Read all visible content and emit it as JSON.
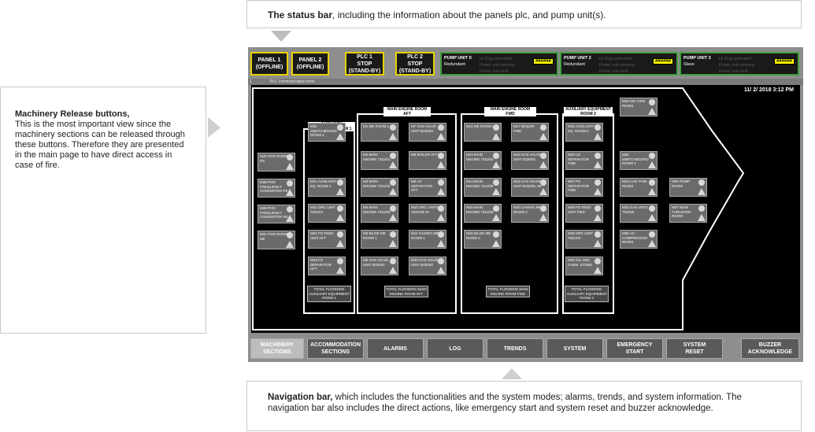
{
  "callouts": {
    "status": {
      "bold": "The status bar",
      "text": ", including the information about the panels plc, and pump unit(s)."
    },
    "release": {
      "title": "Machinery Release buttons,",
      "text": "This is the most important view since the machinery sections can be released through these buttons. Therefore they are presented in the main page to have direct access in case of fire."
    },
    "nav": {
      "bold": "Navigation bar,",
      "text": " which includes the functionalities and the system modes; alarms, trends, and system information. The navigation bar also includes the direct actions, like emergency start and system reset and buzzer acknowledge."
    }
  },
  "status_bar": {
    "panels": [
      {
        "line1": "PANEL 1",
        "line2": "(OFFLINE)"
      },
      {
        "line1": "PANEL 2",
        "line2": "(OFFLINE)"
      },
      {
        "line1": "PLC 1",
        "line2": "STOP",
        "line3": "(STAND-BY)"
      },
      {
        "line1": "PLC 2",
        "line2": "STOP",
        "line3": "(STAND-BY)"
      }
    ],
    "pumps": [
      {
        "title": "PUMP UNIT II",
        "role": "Redundant",
        "m1": "Hi Flag activated",
        "m2": "Pump unit running",
        "m3": "Pump unit fault",
        "alarm": "######"
      },
      {
        "title": "PUMP UNIT 2",
        "role": "Redundant",
        "m1": "Hi Flag activated",
        "m2": "Pump unit running",
        "m3": "Pump unit fault",
        "alarm": "######"
      },
      {
        "title": "PUMP UNIT 3",
        "role": "Slave",
        "m1": "Hi Flag activated",
        "m2": "Pump unit running",
        "m3": "Pump unit fault",
        "alarm": "######"
      }
    ],
    "message_index": "1",
    "message": "PLC communication error"
  },
  "mimic": {
    "datetime": "11/ 2/ 2018 3:12 PM",
    "groups": {
      "aux_aft": "AUXILIARY EQUIPMENT ROOM 1",
      "me_aft": "MAIN ENGINE ROOM AFT",
      "me_fwd": "MAIN ENGINE ROOM FWD",
      "aux_fwd": "AUXILIARY EQUIPMENT ROOM 2"
    },
    "floods": {
      "aux_aft": "TOTAL FLOODING AUXILIARY EQUIPMENT ROOM 1",
      "me_aft": "TOTAL FLOODING MAIN ENGINE ROOM AFT",
      "me_fwd": "TOTAL FLOODING MAIN ENGINE ROOM FWD",
      "aux_fwd": "TOTAL FLOODING AUXILIARY EQUIPMENT ROOM 2"
    },
    "sections": {
      "m40": "M40 POD ROOM PS",
      "m38": "M38 POD FREQUENCY CONVERTER PS",
      "m39": "M39 POD FREQUENCY CONVERTER SB",
      "m41": "M41 POD ROOM SB",
      "m31": "M31 SWITCHBOARD ROOM 1",
      "m21": "M21 AUXILIARY EQ. ROOM 1",
      "m22": "M22 ORC UNIT 7531/01",
      "m23": "M23 FO FEED UNIT AFT",
      "m24": "M24 FO SEPARATOR AFT",
      "m1": "M1 ME ROOM 1",
      "m2": "M2 MAIN ENGINE 7311/01",
      "m3": "M3 MAIN ENGINE 7311/02",
      "m4": "M4 MAIN ENGINE 7311/03",
      "m5": "M5 BILGE ME ROOM 1",
      "m6": "M6 GAS VALVE UNIT 8235/01",
      "m7": "M7 GAS VALVE UNIT 8235/03",
      "m8": "M8 BOILER AFT",
      "m9": "M9 LO SEPARATOR AFT",
      "m10": "M10 ORC UNITS 7531/09-10",
      "m11": "M11 CASING ME ROOM 1",
      "m43": "M43 GAS VALVE UNIT 8235/02",
      "m12": "M12 ME ROOM 2",
      "m13": "M13 MAIN ENGINE 7311/04",
      "m14": "M14 MAIN ENGINE 7311/05",
      "m15": "M15 MAIN ENGINE 7311/06",
      "m16": "M16 BILGE ME ROOM 2",
      "m17": "M17 BOILER FWD",
      "m18": "M18 GAS VALVE UNIT 8235/04",
      "m19": "M19 GAS VALVE UNIT 8235/05,-06",
      "m20": "M20 CASING ME ROOM 2",
      "m25": "M25 AUXILIARY EQ. ROOM 2",
      "m26": "M26 LO SEPARATOR FWD",
      "m27": "M27 FO SEPARATOR FWD",
      "m28": "M28 FO FEED UNIT FWD",
      "m29": "M29 ORC UNIT 7531/02",
      "m30": "M30 OIL AND CHEM. STORE",
      "m42": "M42 EM. GEN. ROOM",
      "m32": "M32 SWITCHBOARD ROOM 2",
      "m33": "M33 LUN TANK ROOM",
      "m34": "M34 GAS VENT TRUNK",
      "m35": "M35 AC-COMPRESSOR ROOM",
      "m36": "M36 PUMP ROOM",
      "m37": "M37 BOW THRUSTER ROOM"
    }
  },
  "nav": [
    {
      "l1": "MACHINERY",
      "l2": "SECTIONS"
    },
    {
      "l1": "ACCOMMODATION",
      "l2": "SECTIONS"
    },
    {
      "l1": "ALARMS",
      "l2": ""
    },
    {
      "l1": "LOG",
      "l2": ""
    },
    {
      "l1": "TRENDS",
      "l2": ""
    },
    {
      "l1": "SYSTEM",
      "l2": ""
    },
    {
      "l1": "EMERGENCY",
      "l2": "START"
    },
    {
      "l1": "SYSTEM",
      "l2": "RESET"
    },
    {
      "l1": "BUZZER",
      "l2": "ACKNOWLEDGE"
    }
  ]
}
